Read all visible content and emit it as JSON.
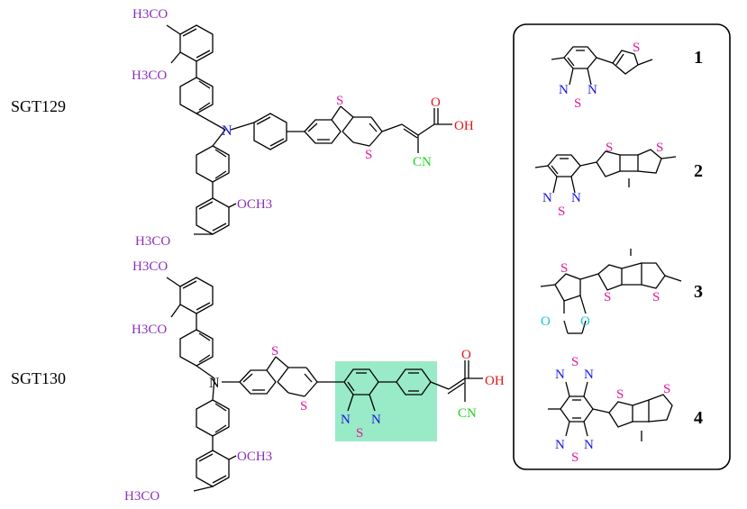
{
  "compounds": [
    {
      "name": "SGT129"
    },
    {
      "name": "SGT130"
    }
  ],
  "atom_labels": {
    "methoxy_h3co": "H3CO",
    "methoxy_och3": "OCH3",
    "nitrogen": "N",
    "sulfur": "S",
    "oxygen": "O",
    "hydroxyl": "OH",
    "cyano": "CN"
  },
  "panel": {
    "labels": [
      "1",
      "2",
      "3",
      "4"
    ]
  },
  "colors": {
    "methoxy": "#8b2fb8",
    "nitrogen": "#1818e0",
    "sulfur": "#e0199a",
    "acid": "#e01818",
    "cyano": "#1ed61e",
    "edot_oxygen": "#14c8c8",
    "highlight": "#7fe5b9"
  }
}
